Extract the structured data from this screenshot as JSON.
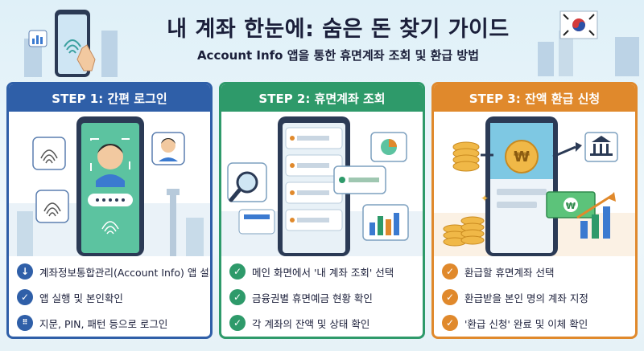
{
  "header": {
    "title": "내 계좌 한눈에: 숨은 돈 찾기 가이드",
    "subtitle": "Account Info 앱을 통한 휴면계좌 조회 및 환급 방법"
  },
  "panels": [
    {
      "label": "STEP 1: 간편 로그인",
      "color": "#2f5fa8",
      "items": [
        {
          "icon": "download-icon",
          "text": "계좌정보통합관리(Account Info) 앱 설치"
        },
        {
          "icon": "check-icon",
          "text": "앱 실행 및 본인확인"
        },
        {
          "icon": "keypad-icon",
          "text": "지문, PIN, 패턴 등으로 로그인"
        }
      ]
    },
    {
      "label": "STEP 2: 휴면계좌 조회",
      "color": "#2e9a6a",
      "items": [
        {
          "icon": "check-icon",
          "text": "메인 화면에서 '내 계좌 조회' 선택"
        },
        {
          "icon": "check-icon",
          "text": "금융권별 휴면예금 현황 확인"
        },
        {
          "icon": "check-icon",
          "text": "각 계좌의 잔액 및 상태 확인"
        }
      ]
    },
    {
      "label": "STEP 3: 잔액 환급 신청",
      "color": "#e0892c",
      "items": [
        {
          "icon": "check-icon",
          "text": "환급할 휴면계좌 선택"
        },
        {
          "icon": "check-icon",
          "text": "환급받을 본인 명의 계좌 지정"
        },
        {
          "icon": "check-icon",
          "text": "'환급 신청' 완료 및 이체 확인"
        }
      ]
    }
  ],
  "illustration": {
    "currency_symbol": "₩"
  }
}
